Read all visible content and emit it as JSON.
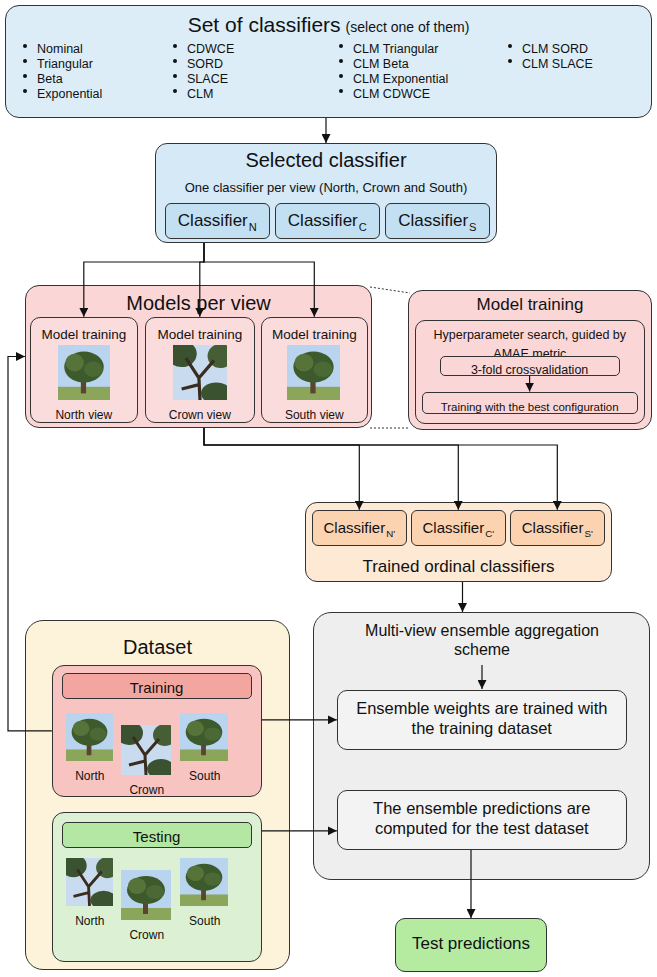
{
  "diagram": {
    "nodes": [
      {
        "text": [
          "Set of classifiers",
          "(select one of them)",
          "Nominal",
          "Triangular",
          "Beta",
          "Exponential",
          "CDWCE",
          "SORD",
          "SLACE",
          "CLM",
          "CLM Triangular",
          "CLM Beta",
          "CLM Exponential",
          "CLM CDWCE",
          "CLM SORD",
          "CLM SLACE"
        ]
      },
      {
        "text": [
          "Selected classifier",
          "One classifier per view (North, Crown and South)"
        ]
      },
      {
        "text": [
          "Classifier",
          "N"
        ],
        "in": 1
      },
      {
        "text": [
          "Classifier",
          "C"
        ],
        "in": 1
      },
      {
        "text": [
          "Classifier",
          "S"
        ],
        "in": 1
      },
      {
        "text": [
          "Models per view"
        ]
      },
      {
        "text": [
          "Model training",
          "North view"
        ],
        "in": 5
      },
      {
        "text": [
          "Model training",
          "Crown view"
        ],
        "in": 5
      },
      {
        "text": [
          "Model training",
          "South view"
        ],
        "in": 5
      },
      {
        "text": [
          "Model training"
        ]
      },
      {
        "text": [
          "Hyperparameter search, guided by AMAE metric"
        ],
        "in": 9
      },
      {
        "text": [
          "3-fold crossvalidation"
        ],
        "in": 10
      },
      {
        "text": [
          "Training with the best configuration"
        ],
        "in": 10
      },
      {
        "text": [
          "Trained ordinal classifiers"
        ]
      },
      {
        "text": [
          "Classifier",
          "N'"
        ],
        "in": 13
      },
      {
        "text": [
          "Classifier",
          "C'"
        ],
        "in": 13
      },
      {
        "text": [
          "Classifier",
          "S'"
        ],
        "in": 13
      },
      {
        "text": [
          "Dataset"
        ]
      },
      {
        "text": [
          "North",
          "Crown",
          "South"
        ],
        "in": 17
      },
      {
        "text": [
          "Training"
        ],
        "in": 18
      },
      {
        "text": [
          "North",
          "Crown",
          "South"
        ],
        "in": 17
      },
      {
        "text": [
          "Testing"
        ],
        "in": 20
      },
      {
        "text": [
          "Multi-view ensemble aggregation scheme"
        ]
      },
      {
        "text": [
          "Ensemble weights are trained with the training dataset"
        ],
        "in": 22
      },
      {
        "text": [
          "The ensemble predictions are computed for the test dataset"
        ],
        "in": 22
      },
      {
        "text": [
          "Test predictions"
        ]
      }
    ],
    "edges": [
      {
        "from": 0,
        "to": 1,
        "arrow": "to"
      },
      {
        "from": 1,
        "to": 6,
        "arrow": "to"
      },
      {
        "from": 1,
        "to": 7,
        "arrow": "to"
      },
      {
        "from": 1,
        "to": 8,
        "arrow": "to"
      },
      {
        "from": 11,
        "to": 12,
        "arrow": "to"
      },
      {
        "from": 5,
        "to": 14,
        "arrow": "to"
      },
      {
        "from": 5,
        "to": 15,
        "arrow": "to"
      },
      {
        "from": 5,
        "to": 16,
        "arrow": "to"
      },
      {
        "from": 13,
        "to": 22,
        "arrow": "to"
      },
      {
        "from": 18,
        "to": 5,
        "arrow": "to"
      },
      {
        "from": 18,
        "to": 23,
        "arrow": "to"
      },
      {
        "from": 20,
        "to": 24,
        "arrow": "to"
      },
      {
        "from": 24,
        "to": 25,
        "arrow": "to"
      }
    ]
  }
}
